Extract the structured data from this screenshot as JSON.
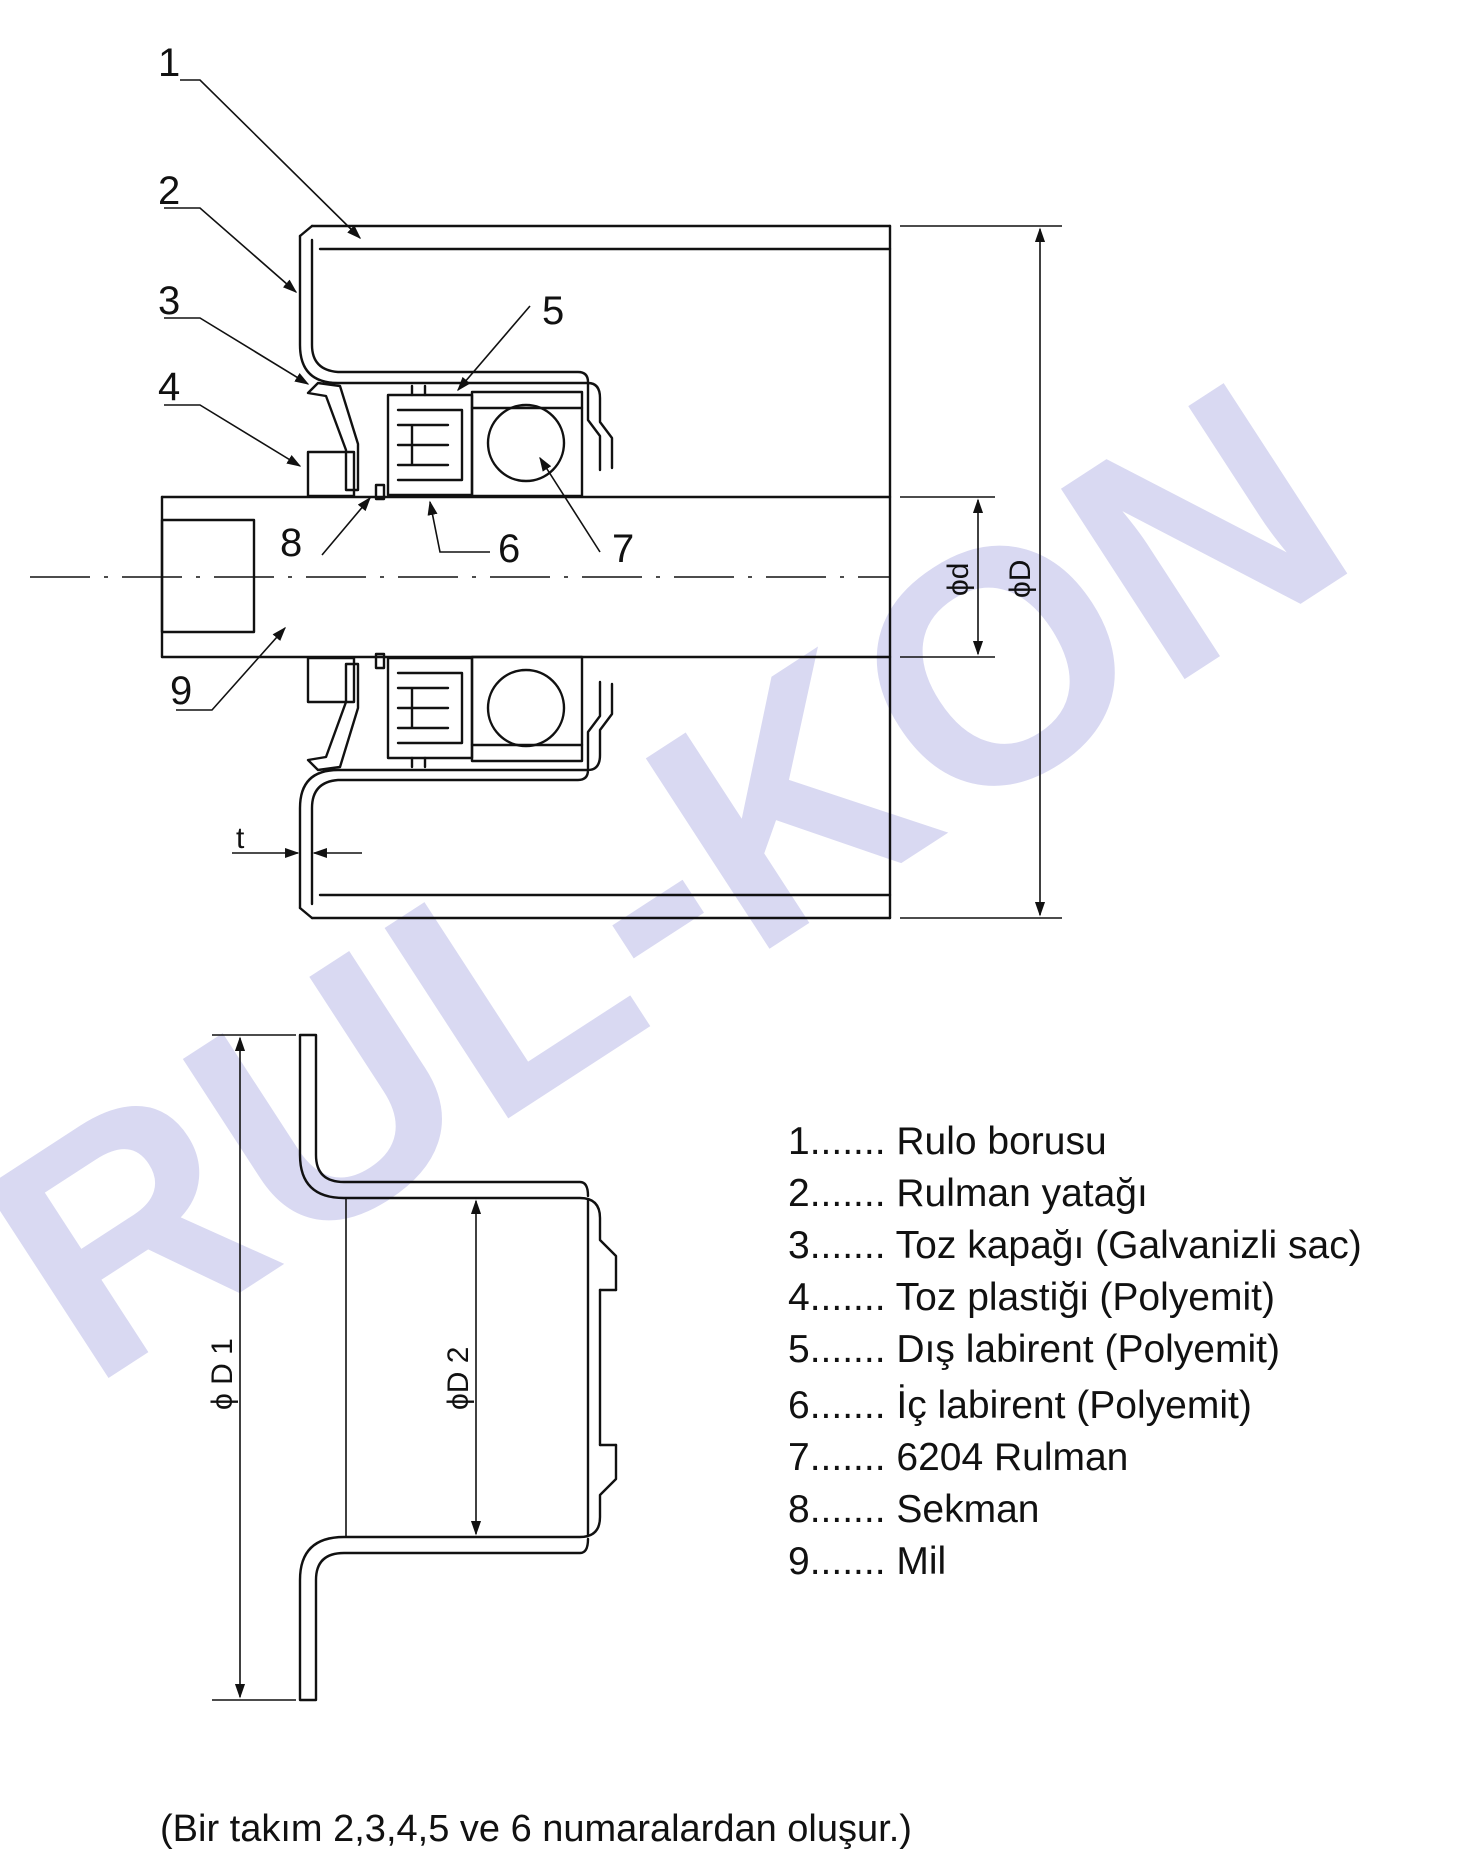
{
  "watermark": {
    "text": "RUL-KON",
    "color": "#d9d9f2"
  },
  "colors": {
    "line": "#111111",
    "background": "#ffffff"
  },
  "top_view": {
    "callouts": [
      "1",
      "2",
      "3",
      "4",
      "5",
      "6",
      "7",
      "8",
      "9"
    ],
    "dim_d": "ϕd",
    "dim_D": "ϕD",
    "dim_t": "t"
  },
  "bottom_view": {
    "dim_D1": "ϕ D 1",
    "dim_D2": "ϕD 2"
  },
  "legend": [
    "1....... Rulo borusu",
    "2....... Rulman yatağı",
    "3....... Toz kapağı (Galvanizli sac)",
    "4....... Toz plastiği (Polyemit)",
    "5....... Dış labirent (Polyemit)",
    "6....... İç labirent (Polyemit)",
    "7....... 6204 Rulman",
    "8....... Sekman",
    "9....... Mil"
  ],
  "note": "(Bir takım 2,3,4,5 ve 6 numaralardan oluşur.)"
}
